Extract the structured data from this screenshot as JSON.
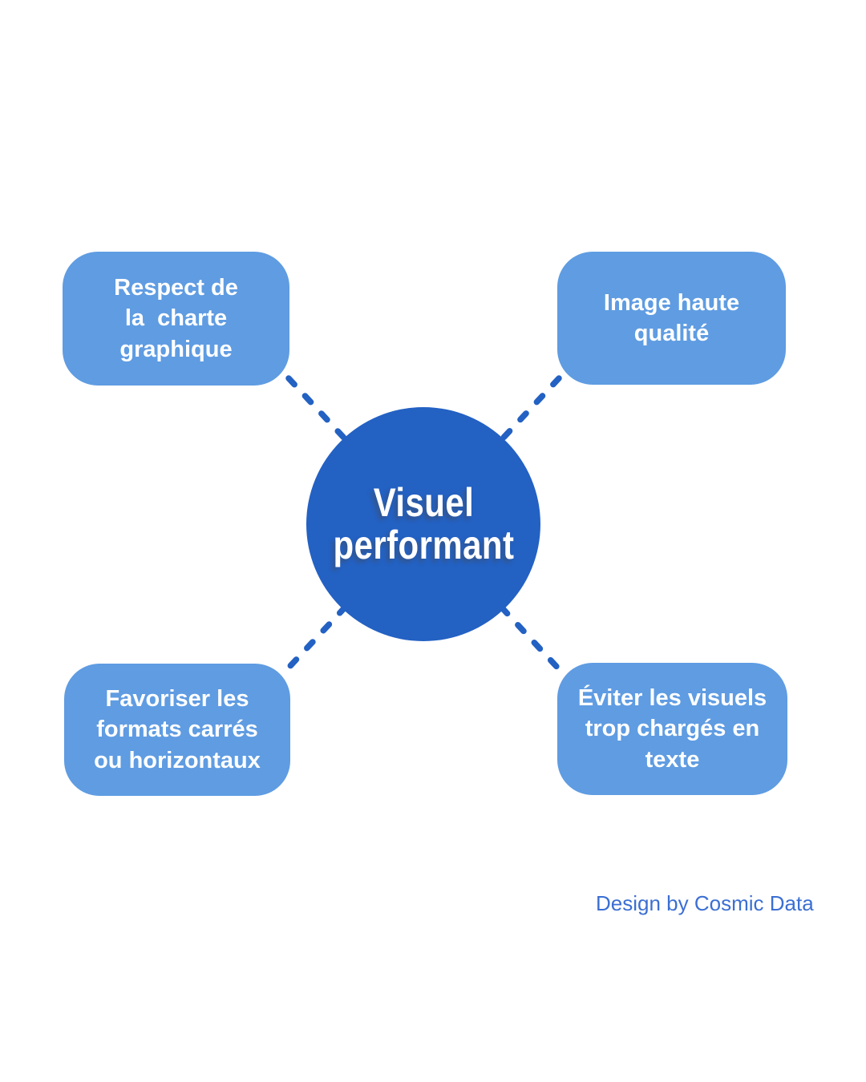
{
  "diagram": {
    "center": {
      "label": "Visuel\nperformant"
    },
    "nodes": [
      {
        "id": "top-left",
        "label": "Respect de\nla  charte\ngraphique"
      },
      {
        "id": "top-right",
        "label": "Image haute\nqualité"
      },
      {
        "id": "bottom-left",
        "label": "Favoriser les\nformats carrés\nou horizontaux"
      },
      {
        "id": "bottom-right",
        "label": "Éviter les visuels\ntrop chargés en\ntexte"
      }
    ],
    "colors": {
      "node_fill": "#5F9CE2",
      "center_fill": "#2361C3",
      "connector": "#2361C3",
      "node_text": "#FFFFFF",
      "credit_text": "#3B6FD3",
      "background": "#FFFFFF"
    }
  },
  "footer": {
    "credit": "Design by Cosmic Data"
  }
}
